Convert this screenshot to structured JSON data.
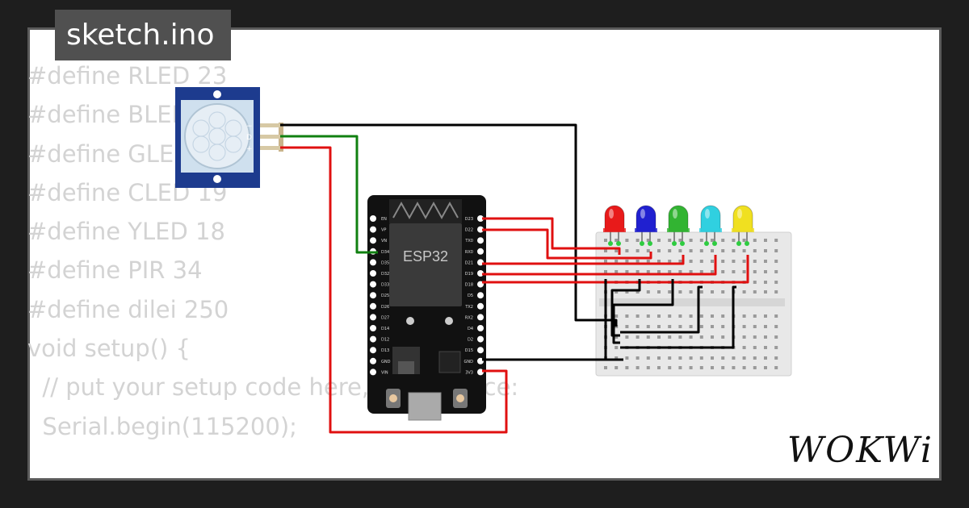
{
  "title": "sketch.ino",
  "code_lines": [
    "#define RLED 23",
    "#define BLED 22",
    "#define GLED 21",
    "#define CLED 19",
    "#define YLED 18",
    "#define PIR 34",
    "#define dilei 250",
    "",
    "void setup() {",
    "  // put your setup code here, to run once:",
    "  Serial.begin(115200);"
  ],
  "board": {
    "label": "ESP32",
    "left_pins": [
      "EN",
      "VP",
      "VN",
      "D34",
      "D35",
      "D32",
      "D33",
      "D25",
      "D26",
      "D27",
      "D14",
      "D12",
      "D13",
      "GND",
      "VIN"
    ],
    "right_pins": [
      "D23",
      "D22",
      "TX0",
      "RX0",
      "D21",
      "D19",
      "D18",
      "D5",
      "TX2",
      "RX2",
      "D4",
      "D2",
      "D15",
      "GND",
      "3V3"
    ]
  },
  "pir_labels": [
    "−",
    "D",
    "+"
  ],
  "led_colors": [
    "#e81a1a",
    "#2020d0",
    "#32b432",
    "#30d0e0",
    "#f0e020"
  ],
  "wire_colors": {
    "signal": "#e01010",
    "ground": "#000000",
    "data": "#108010"
  },
  "logo": "WOKWi"
}
